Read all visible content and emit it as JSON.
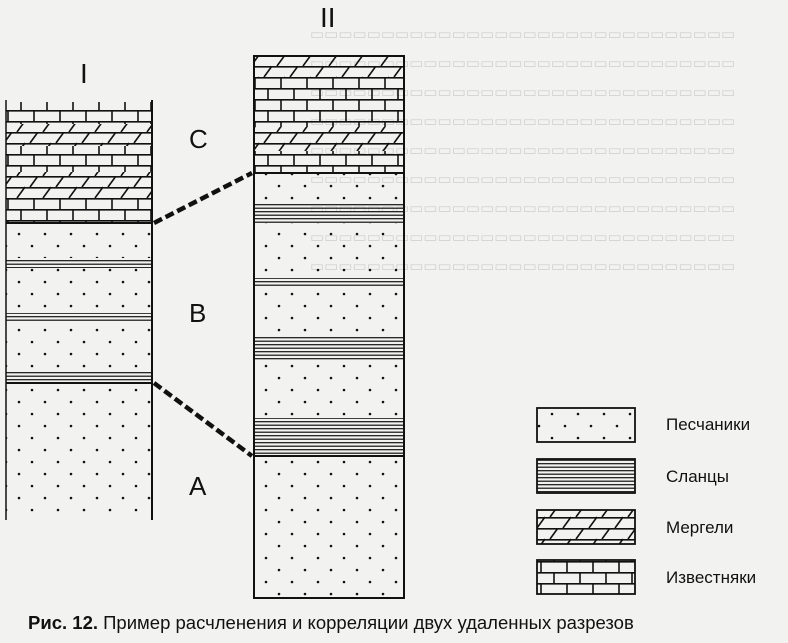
{
  "sections": [
    {
      "id": "I",
      "label": "I"
    },
    {
      "id": "II",
      "label": "II"
    }
  ],
  "units": [
    {
      "id": "C",
      "label": "C"
    },
    {
      "id": "B",
      "label": "B"
    },
    {
      "id": "A",
      "label": "A"
    }
  ],
  "legend": [
    {
      "pattern": "sand",
      "label": "Песчаники"
    },
    {
      "pattern": "shale",
      "label": "Сланцы"
    },
    {
      "pattern": "marl",
      "label": "Мергели"
    },
    {
      "pattern": "limestone",
      "label": "Известняки"
    }
  ],
  "caption": {
    "number": "Рис. 12.",
    "text": " Пример расчленения и корреляции двух удаленных разрезов"
  },
  "colors": {
    "ink": "#111111",
    "background": "#f2f2f0",
    "ghost_text": "#d2d2d0"
  }
}
